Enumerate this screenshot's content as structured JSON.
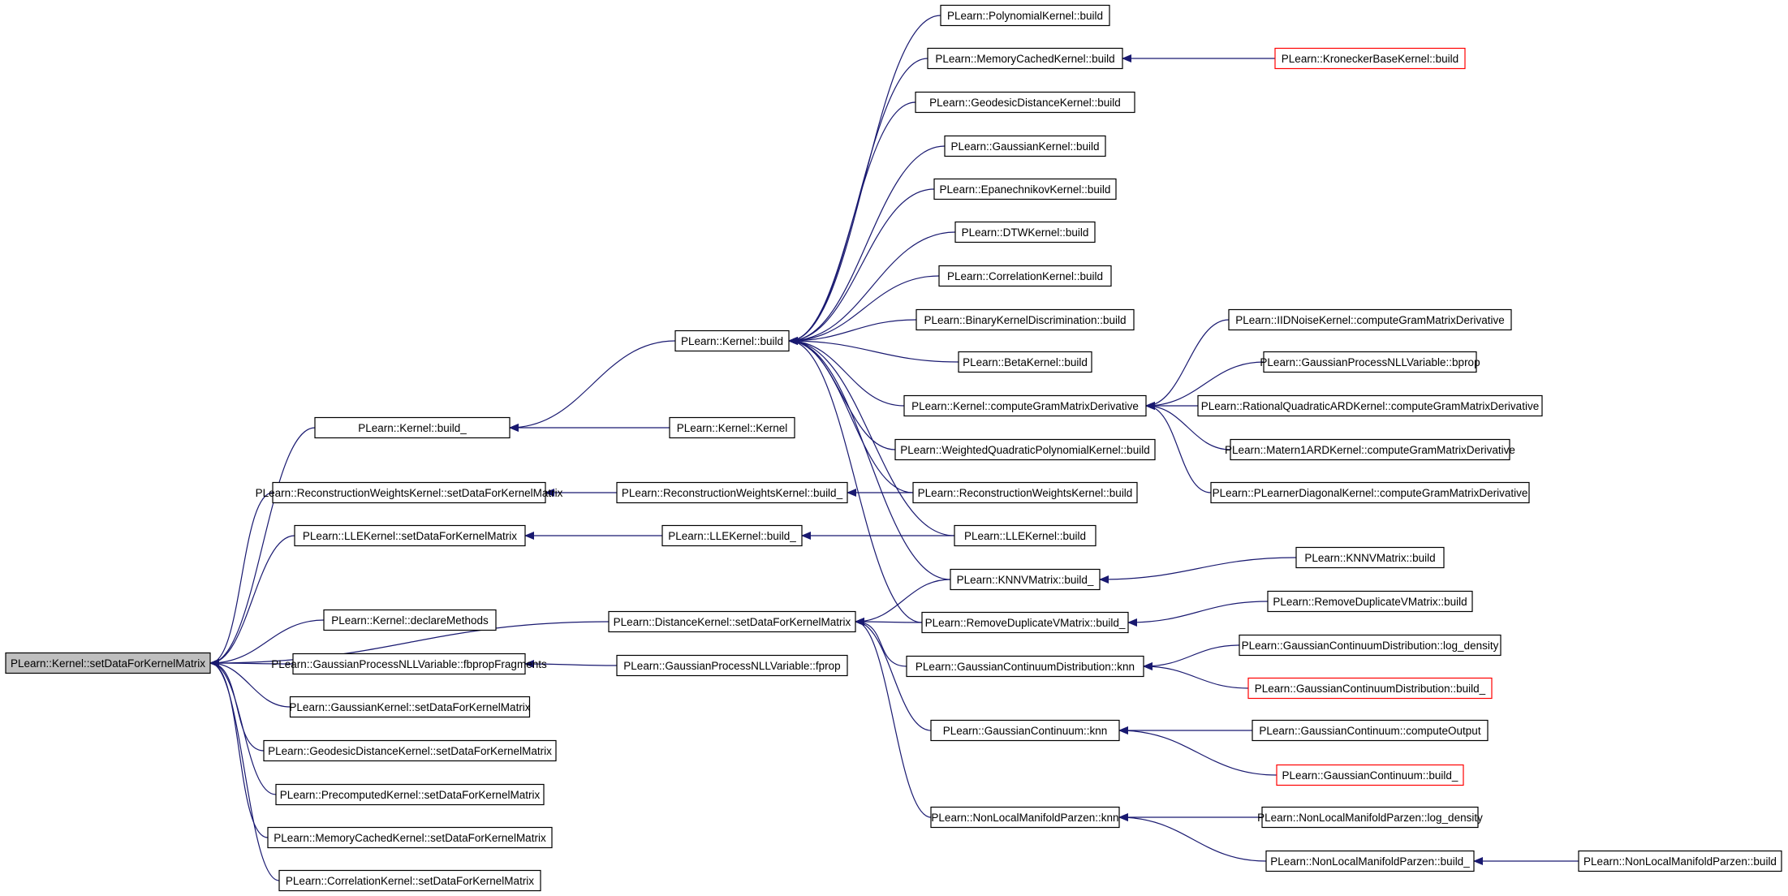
{
  "colors": {
    "edge": "#191970",
    "node_border": "#000000",
    "truncated_node_border": "#ff0000",
    "root_fill": "#bfbfbf",
    "node_fill": "#ffffff"
  },
  "nodes": {
    "root": {
      "label": "PLearn::Kernel::setDataForKernelMatrix",
      "style": "root"
    },
    "kbuild_": {
      "label": "PLearn::Kernel::build_"
    },
    "rwk_sdfkm": {
      "label": "PLearn::ReconstructionWeightsKernel::setDataForKernelMatrix"
    },
    "lle_sdfkm": {
      "label": "PLearn::LLEKernel::setDataForKernelMatrix"
    },
    "declare": {
      "label": "PLearn::Kernel::declareMethods"
    },
    "gpnll_fbf": {
      "label": "PLearn::GaussianProcessNLLVariable::fbpropFragments"
    },
    "gk_sdfkm": {
      "label": "PLearn::GaussianKernel::setDataForKernelMatrix"
    },
    "geo_sdfkm": {
      "label": "PLearn::GeodesicDistanceKernel::setDataForKernelMatrix"
    },
    "pre_sdfkm": {
      "label": "PLearn::PrecomputedKernel::setDataForKernelMatrix"
    },
    "mc_sdfkm": {
      "label": "PLearn::MemoryCachedKernel::setDataForKernelMatrix"
    },
    "corr_sdfkm": {
      "label": "PLearn::CorrelationKernel::setDataForKernelMatrix"
    },
    "kbuild": {
      "label": "PLearn::Kernel::build"
    },
    "kkernel": {
      "label": "PLearn::Kernel::Kernel"
    },
    "rwk_build_": {
      "label": "PLearn::ReconstructionWeightsKernel::build_"
    },
    "lle_build_": {
      "label": "PLearn::LLEKernel::build_"
    },
    "dist_sdfkm": {
      "label": "PLearn::DistanceKernel::setDataForKernelMatrix"
    },
    "gpnll_fprop": {
      "label": "PLearn::GaussianProcessNLLVariable::fprop"
    },
    "poly_build": {
      "label": "PLearn::PolynomialKernel::build"
    },
    "mc_build": {
      "label": "PLearn::MemoryCachedKernel::build"
    },
    "geo_build": {
      "label": "PLearn::GeodesicDistanceKernel::build"
    },
    "gk_build": {
      "label": "PLearn::GaussianKernel::build"
    },
    "epa_build": {
      "label": "PLearn::EpanechnikovKernel::build"
    },
    "dtw_build": {
      "label": "PLearn::DTWKernel::build"
    },
    "corr_build": {
      "label": "PLearn::CorrelationKernel::build"
    },
    "bkd_build": {
      "label": "PLearn::BinaryKernelDiscrimination::build"
    },
    "beta_build": {
      "label": "PLearn::BetaKernel::build"
    },
    "cgmd": {
      "label": "PLearn::Kernel::computeGramMatrixDerivative"
    },
    "wqp_build": {
      "label": "PLearn::WeightedQuadraticPolynomialKernel::build"
    },
    "rwk_build": {
      "label": "PLearn::ReconstructionWeightsKernel::build"
    },
    "lle_build": {
      "label": "PLearn::LLEKernel::build"
    },
    "knnv_build_": {
      "label": "PLearn::KNNVMatrix::build_"
    },
    "rdv_build_": {
      "label": "PLearn::RemoveDuplicateVMatrix::build_"
    },
    "gcd_knn": {
      "label": "PLearn::GaussianContinuumDistribution::knn"
    },
    "gc_knn": {
      "label": "PLearn::GaussianContinuum::knn"
    },
    "nlmp_knn": {
      "label": "PLearn::NonLocalManifoldParzen::knn"
    },
    "kron_build": {
      "label": "PLearn::KroneckerBaseKernel::build",
      "style": "truncated"
    },
    "iid_cgmd": {
      "label": "PLearn::IIDNoiseKernel::computeGramMatrixDerivative"
    },
    "gpnll_bprop": {
      "label": "PLearn::GaussianProcessNLLVariable::bprop"
    },
    "rqard_cgmd": {
      "label": "PLearn::RationalQuadraticARDKernel::computeGramMatrixDerivative"
    },
    "mat_cgmd": {
      "label": "PLearn::Matern1ARDKernel::computeGramMatrixDerivative"
    },
    "pld_cgmd": {
      "label": "PLearn::PLearnerDiagonalKernel::computeGramMatrixDerivative"
    },
    "knnv_build": {
      "label": "PLearn::KNNVMatrix::build"
    },
    "rdv_build": {
      "label": "PLearn::RemoveDuplicateVMatrix::build"
    },
    "gcd_logd": {
      "label": "PLearn::GaussianContinuumDistribution::log_density"
    },
    "gcd_build_": {
      "label": "PLearn::GaussianContinuumDistribution::build_",
      "style": "truncated"
    },
    "gc_out": {
      "label": "PLearn::GaussianContinuum::computeOutput"
    },
    "gc_build_": {
      "label": "PLearn::GaussianContinuum::build_",
      "style": "truncated"
    },
    "nlmp_logd": {
      "label": "PLearn::NonLocalManifoldParzen::log_density"
    },
    "nlmp_build_": {
      "label": "PLearn::NonLocalManifoldParzen::build_"
    },
    "nlmp_build": {
      "label": "PLearn::NonLocalManifoldParzen::build"
    }
  },
  "edges": [
    [
      "kbuild_",
      "root"
    ],
    [
      "rwk_sdfkm",
      "root"
    ],
    [
      "lle_sdfkm",
      "root"
    ],
    [
      "dist_sdfkm",
      "root"
    ],
    [
      "declare",
      "root"
    ],
    [
      "gpnll_fbf",
      "root"
    ],
    [
      "gk_sdfkm",
      "root"
    ],
    [
      "geo_sdfkm",
      "root"
    ],
    [
      "pre_sdfkm",
      "root"
    ],
    [
      "mc_sdfkm",
      "root"
    ],
    [
      "corr_sdfkm",
      "root"
    ],
    [
      "kbuild",
      "kbuild_"
    ],
    [
      "kkernel",
      "kbuild_"
    ],
    [
      "rwk_build_",
      "rwk_sdfkm"
    ],
    [
      "lle_build_",
      "lle_sdfkm"
    ],
    [
      "gpnll_fprop",
      "gpnll_fbf"
    ],
    [
      "poly_build",
      "kbuild"
    ],
    [
      "mc_build",
      "kbuild"
    ],
    [
      "geo_build",
      "kbuild"
    ],
    [
      "gk_build",
      "kbuild"
    ],
    [
      "epa_build",
      "kbuild"
    ],
    [
      "dtw_build",
      "kbuild"
    ],
    [
      "corr_build",
      "kbuild"
    ],
    [
      "bkd_build",
      "kbuild"
    ],
    [
      "beta_build",
      "kbuild"
    ],
    [
      "cgmd",
      "kbuild"
    ],
    [
      "wqp_build",
      "kbuild"
    ],
    [
      "rwk_build",
      "kbuild"
    ],
    [
      "lle_build",
      "kbuild"
    ],
    [
      "knnv_build_",
      "kbuild"
    ],
    [
      "rdv_build_",
      "kbuild"
    ],
    [
      "rwk_build",
      "rwk_build_"
    ],
    [
      "lle_build",
      "lle_build_"
    ],
    [
      "knnv_build_",
      "dist_sdfkm"
    ],
    [
      "rdv_build_",
      "dist_sdfkm"
    ],
    [
      "gcd_knn",
      "dist_sdfkm"
    ],
    [
      "gc_knn",
      "dist_sdfkm"
    ],
    [
      "nlmp_knn",
      "dist_sdfkm"
    ],
    [
      "kron_build",
      "mc_build"
    ],
    [
      "iid_cgmd",
      "cgmd"
    ],
    [
      "gpnll_bprop",
      "cgmd"
    ],
    [
      "rqard_cgmd",
      "cgmd"
    ],
    [
      "mat_cgmd",
      "cgmd"
    ],
    [
      "pld_cgmd",
      "cgmd"
    ],
    [
      "knnv_build",
      "knnv_build_"
    ],
    [
      "rdv_build",
      "rdv_build_"
    ],
    [
      "gcd_logd",
      "gcd_knn"
    ],
    [
      "gcd_build_",
      "gcd_knn"
    ],
    [
      "gc_out",
      "gc_knn"
    ],
    [
      "gc_build_",
      "gc_knn"
    ],
    [
      "nlmp_logd",
      "nlmp_knn"
    ],
    [
      "nlmp_build_",
      "nlmp_knn"
    ],
    [
      "nlmp_build",
      "nlmp_build_"
    ]
  ]
}
